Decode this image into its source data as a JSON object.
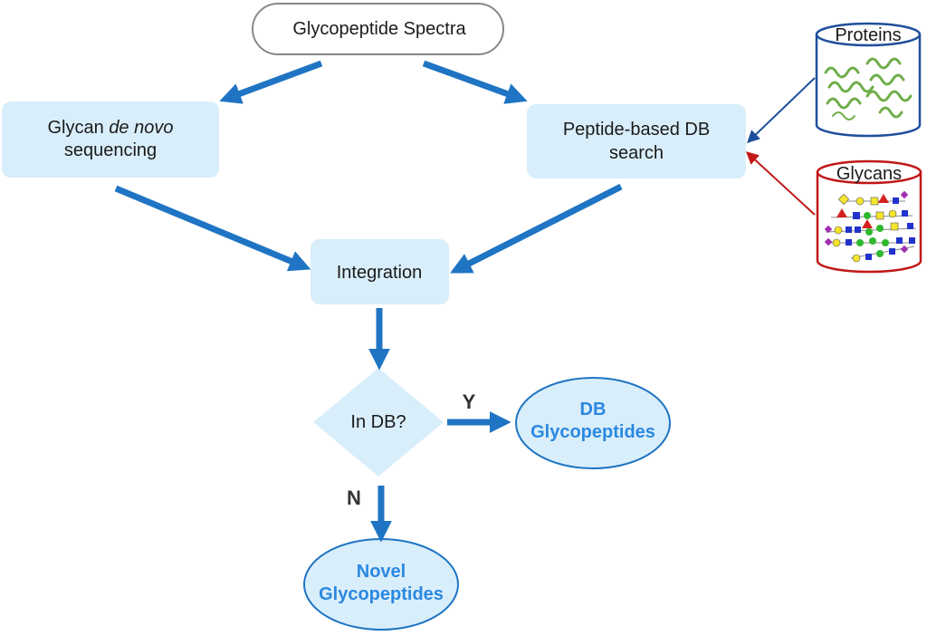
{
  "nodes": {
    "spectra": "Glycopeptide Spectra",
    "denovo_prefix": "Glycan ",
    "denovo_italic": "de novo",
    "denovo_line2": "sequencing",
    "dbsearch_line1": "Peptide-based DB",
    "dbsearch_line2": "search",
    "integration": "Integration",
    "decision": "In DB?",
    "db_result_line1": "DB",
    "db_result_line2": "Glycopeptides",
    "novel_result_line1": "Novel",
    "novel_result_line2": "Glycopeptides"
  },
  "edge_labels": {
    "yes": "Y",
    "no": "N"
  },
  "databases": {
    "proteins": "Proteins",
    "glycans": "Glycans"
  },
  "colors": {
    "box_fill": "#d9eefb",
    "arrow": "#1f74c3",
    "result_text": "#2b88e0",
    "proteins_border": "#1f4f9c",
    "glycans_border": "#c01818",
    "protein_ribbon": "#6fae4a"
  }
}
